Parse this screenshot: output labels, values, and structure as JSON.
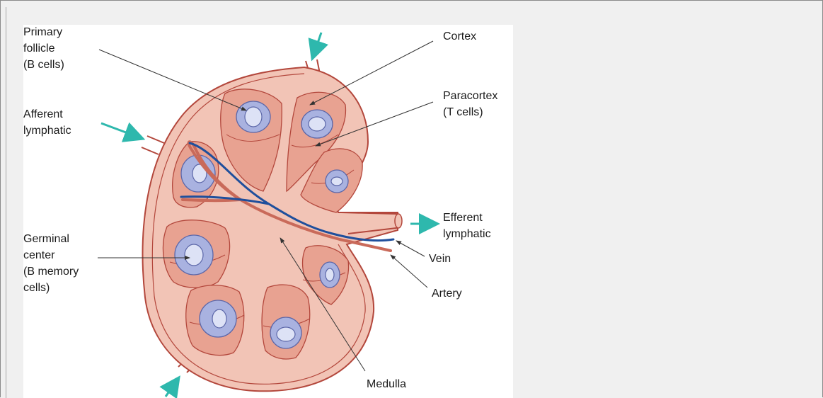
{
  "labels": {
    "primary_follicle": [
      "Primary",
      "follicle",
      "(B cells)"
    ],
    "afferent_lymphatic": [
      "Afferent",
      "lymphatic"
    ],
    "germinal_center": [
      "Germinal",
      "center",
      "(B memory",
      "cells)"
    ],
    "cortex": "Cortex",
    "paracortex": [
      "Paracortex",
      "(T cells)"
    ],
    "efferent_lymphatic": [
      "Efferent",
      "lymphatic"
    ],
    "vein": "Vein",
    "artery": "Artery",
    "medulla": "Medulla"
  },
  "colors": {
    "capsule_fill": "#f2c4b6",
    "capsule_stroke": "#b3473c",
    "lobule_fill": "#e8a291",
    "follicle_outer": "#a9b2e0",
    "follicle_inner": "#dde2f6",
    "follicle_stroke": "#5b66a8",
    "vein": "#1f4f9c",
    "artery": "#c96a5a",
    "arrow": "#2eb8ad",
    "leader": "#333333"
  }
}
